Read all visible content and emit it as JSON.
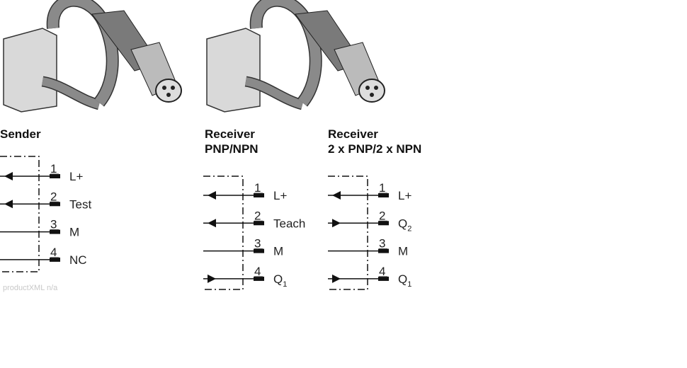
{
  "diagrams": [
    {
      "title_line1": "Sender",
      "title_line2": "",
      "pins": [
        {
          "num": "1",
          "label": "L+",
          "sub": "",
          "arrow": "in"
        },
        {
          "num": "2",
          "label": "Test",
          "sub": "",
          "arrow": "in"
        },
        {
          "num": "3",
          "label": "M",
          "sub": "",
          "arrow": "none"
        },
        {
          "num": "4",
          "label": "NC",
          "sub": "",
          "arrow": "none"
        }
      ]
    },
    {
      "title_line1": "Receiver",
      "title_line2": "PNP/NPN",
      "pins": [
        {
          "num": "1",
          "label": "L+",
          "sub": "",
          "arrow": "in"
        },
        {
          "num": "2",
          "label": "Teach",
          "sub": "",
          "arrow": "in"
        },
        {
          "num": "3",
          "label": "M",
          "sub": "",
          "arrow": "none"
        },
        {
          "num": "4",
          "label": "Q",
          "sub": "1",
          "arrow": "out"
        }
      ]
    },
    {
      "title_line1": "Receiver",
      "title_line2": "2 x PNP/2 x NPN",
      "pins": [
        {
          "num": "1",
          "label": "L+",
          "sub": "",
          "arrow": "in"
        },
        {
          "num": "2",
          "label": "Q",
          "sub": "2",
          "arrow": "out"
        },
        {
          "num": "3",
          "label": "M",
          "sub": "",
          "arrow": "none"
        },
        {
          "num": "4",
          "label": "Q",
          "sub": "1",
          "arrow": "out"
        }
      ]
    }
  ],
  "footer": "productXML n/a",
  "colors": {
    "cable": "#8a8a8a",
    "housing": "#d9d9d9",
    "line": "#111111"
  }
}
